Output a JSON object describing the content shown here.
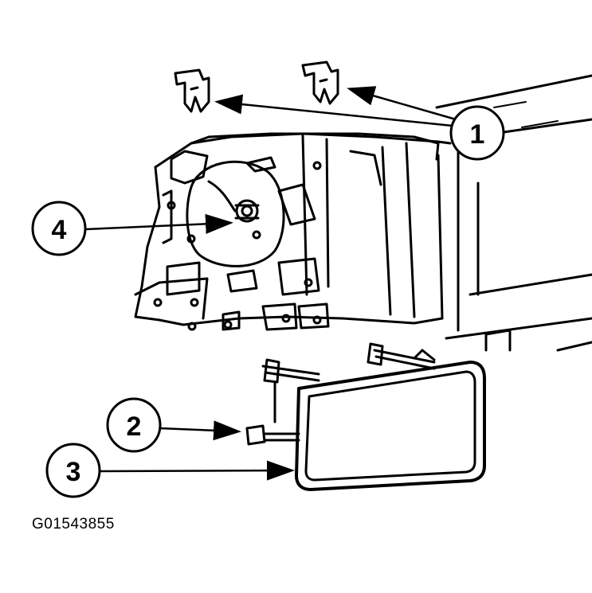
{
  "callouts": [
    {
      "id": "1",
      "label": "1"
    },
    {
      "id": "2",
      "label": "2"
    },
    {
      "id": "3",
      "label": "3"
    },
    {
      "id": "4",
      "label": "4"
    }
  ],
  "figure_id": "G01543855"
}
